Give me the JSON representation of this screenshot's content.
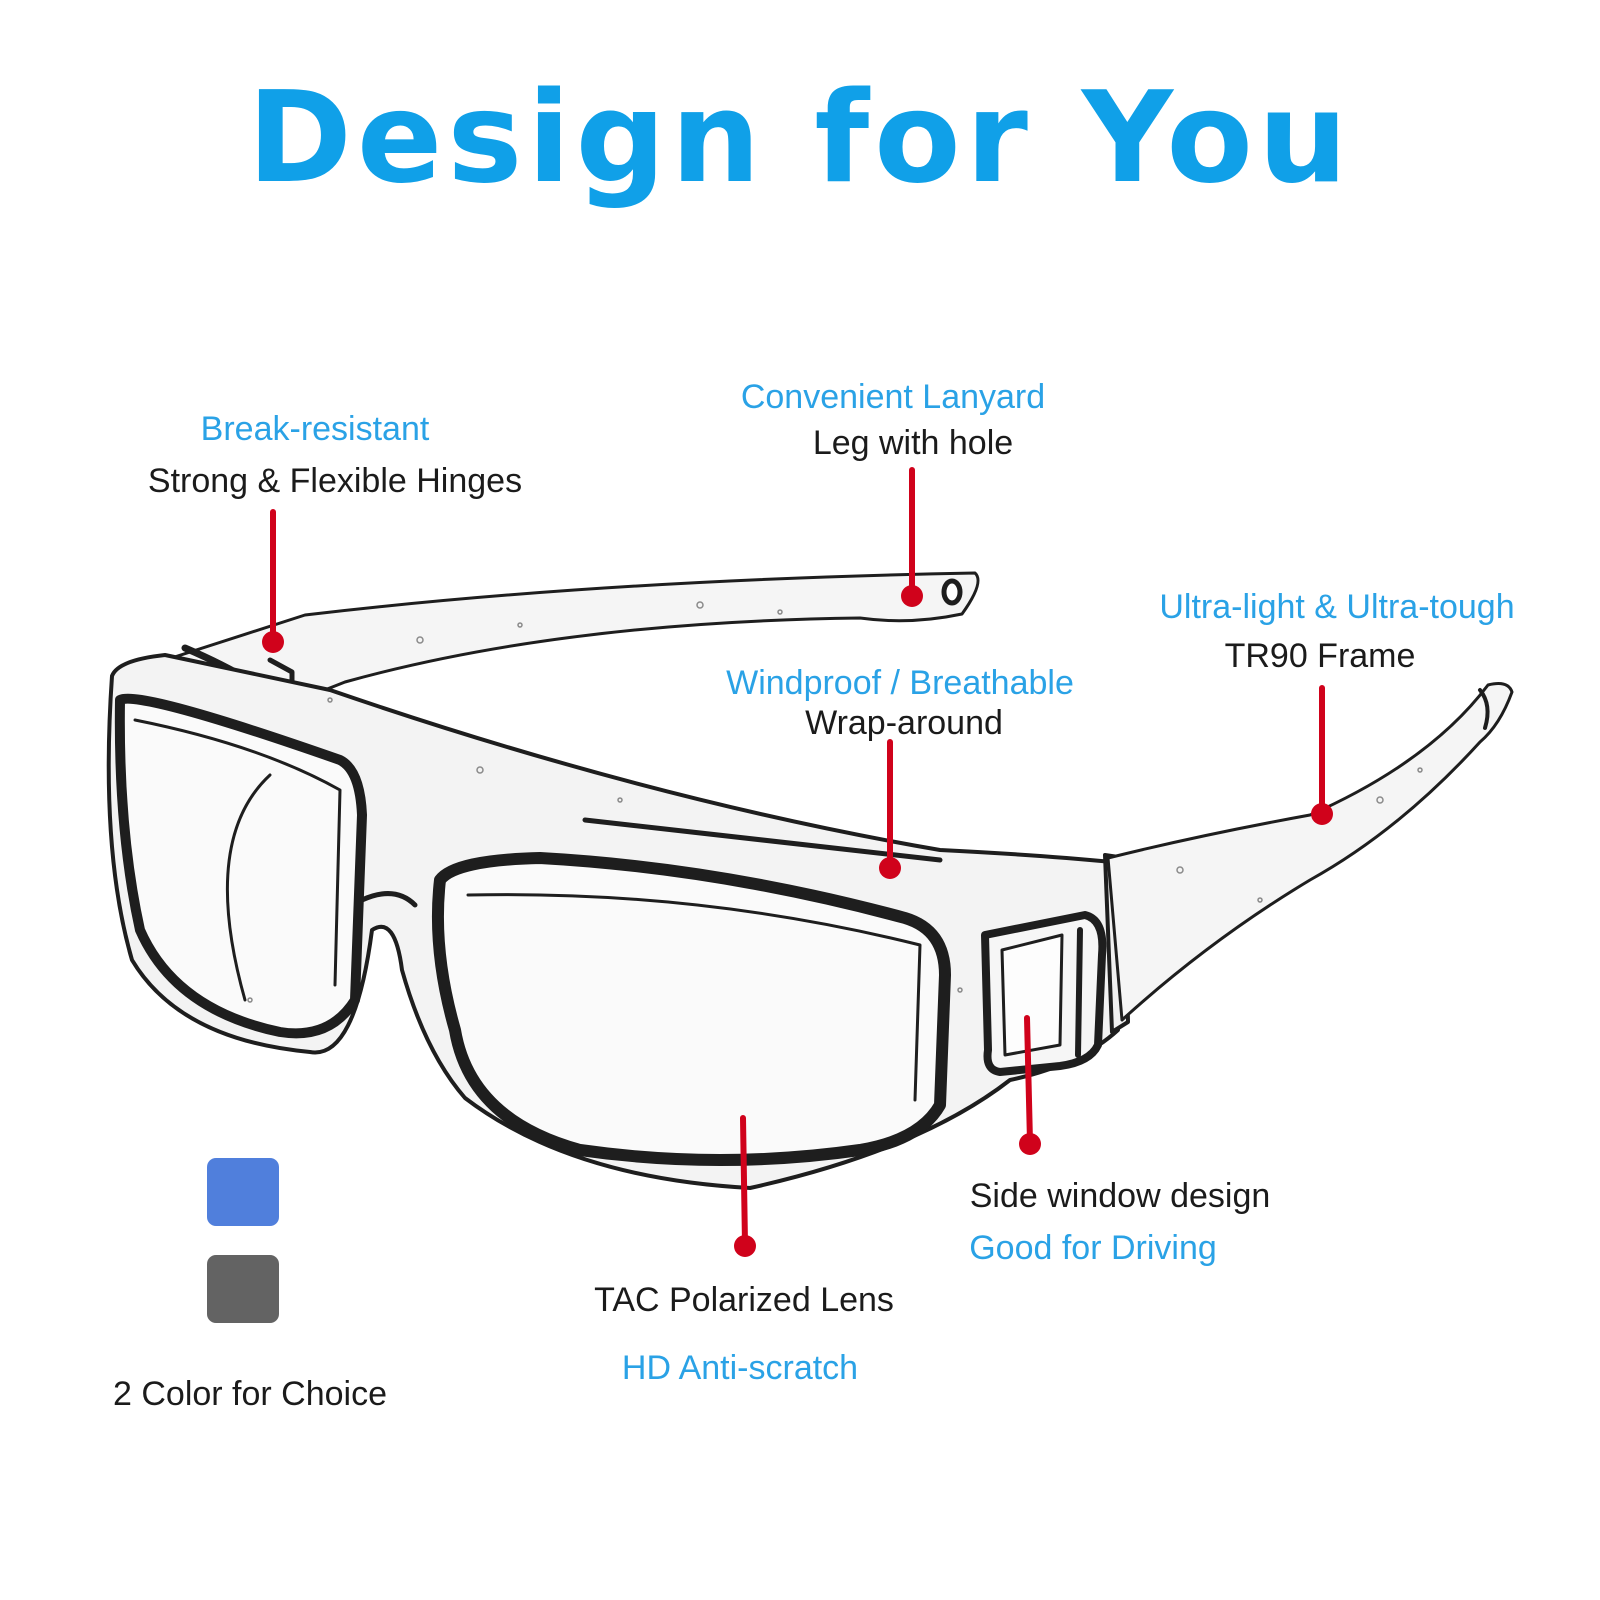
{
  "title": "Design for You",
  "callouts": {
    "hinges": {
      "headline": "Break-resistant",
      "detail": "Strong & Flexible Hinges"
    },
    "lanyard": {
      "headline": "Convenient Lanyard",
      "detail": "Leg with hole"
    },
    "frame": {
      "headline": "Ultra-light & Ultra-tough",
      "detail": "TR90 Frame"
    },
    "wrap": {
      "headline": "Windproof / Breathable",
      "detail": "Wrap-around"
    },
    "side_window": {
      "detail": "Side window design",
      "headline": "Good for Driving"
    },
    "lens": {
      "detail": "TAC Polarized Lens",
      "headline": "HD Anti-scratch"
    }
  },
  "color_choice": {
    "label": "2 Color for Choice",
    "colors": [
      "#507fdc",
      "#636363"
    ]
  },
  "palette": {
    "title": "#10a0e8",
    "headline": "#2aa2e6",
    "pointer": "#d0021b"
  }
}
